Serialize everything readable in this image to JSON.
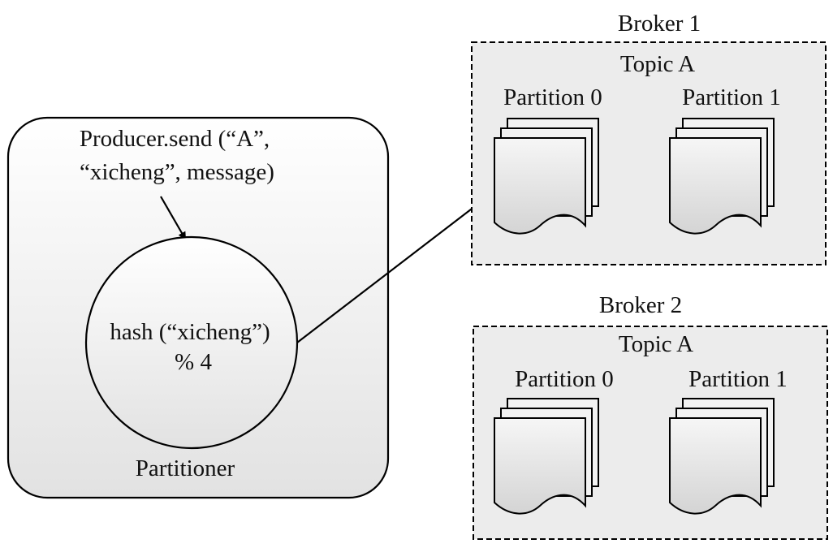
{
  "producer": {
    "call_line1": "Producer.send (“A”,",
    "call_line2": "“xicheng”, message)"
  },
  "partitioner": {
    "label": "Partitioner",
    "hash_line1": "hash (“xicheng”)",
    "hash_line2": "% 4"
  },
  "brokers": [
    {
      "name": "Broker 1",
      "topic": "Topic A",
      "partitions": [
        "Partition 0",
        "Partition 1"
      ]
    },
    {
      "name": "Broker 2",
      "topic": "Topic A",
      "partitions": [
        "Partition 0",
        "Partition 1"
      ]
    }
  ]
}
